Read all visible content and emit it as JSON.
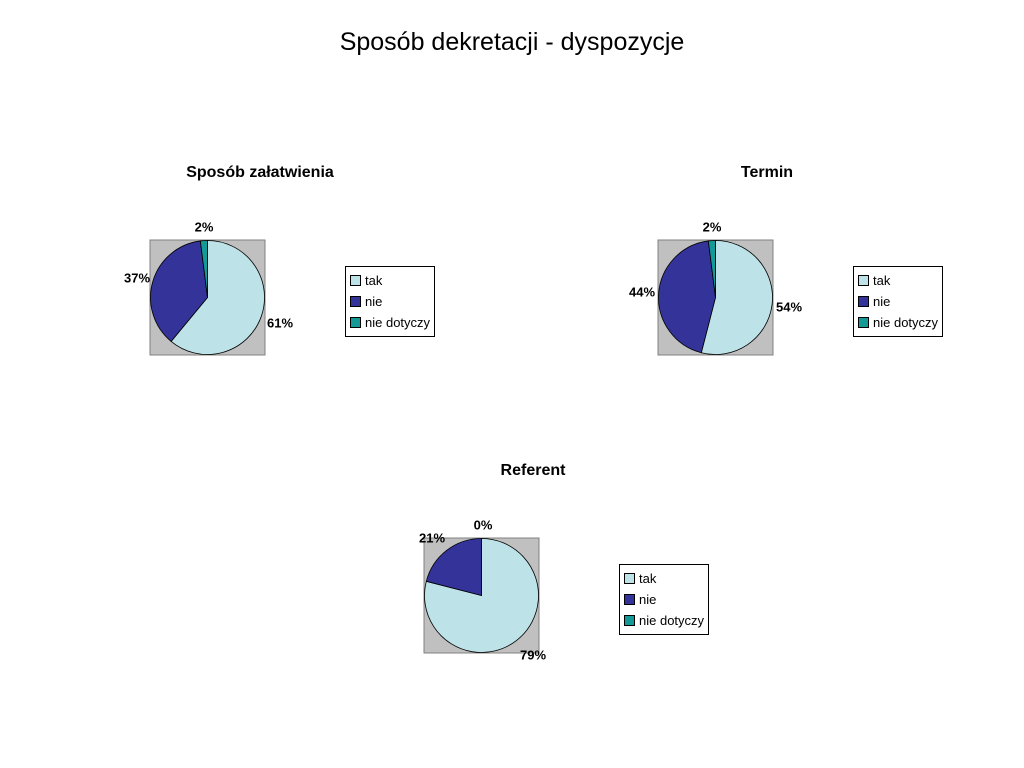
{
  "page": {
    "title": "Sposób dekretacji - dyspozycje"
  },
  "colors": {
    "tak": "#bde3e8",
    "nie": "#333399",
    "nie_dotyczy": "#139a96",
    "plot_bg": "#c0c0c0"
  },
  "chart_data": [
    {
      "type": "pie",
      "title": "Sposób załatwienia",
      "categories": [
        "tak",
        "nie",
        "nie dotyczy"
      ],
      "values": [
        61,
        37,
        2
      ],
      "labels": [
        "61%",
        "37%",
        "2%"
      ],
      "legend": "right"
    },
    {
      "type": "pie",
      "title": "Termin",
      "categories": [
        "tak",
        "nie",
        "nie dotyczy"
      ],
      "values": [
        54,
        44,
        2
      ],
      "labels": [
        "54%",
        "44%",
        "2%"
      ],
      "legend": "right"
    },
    {
      "type": "pie",
      "title": "Referent",
      "categories": [
        "tak",
        "nie",
        "nie dotyczy"
      ],
      "values": [
        79,
        21,
        0
      ],
      "labels": [
        "79%",
        "21%",
        "0%"
      ],
      "legend": "right"
    }
  ]
}
